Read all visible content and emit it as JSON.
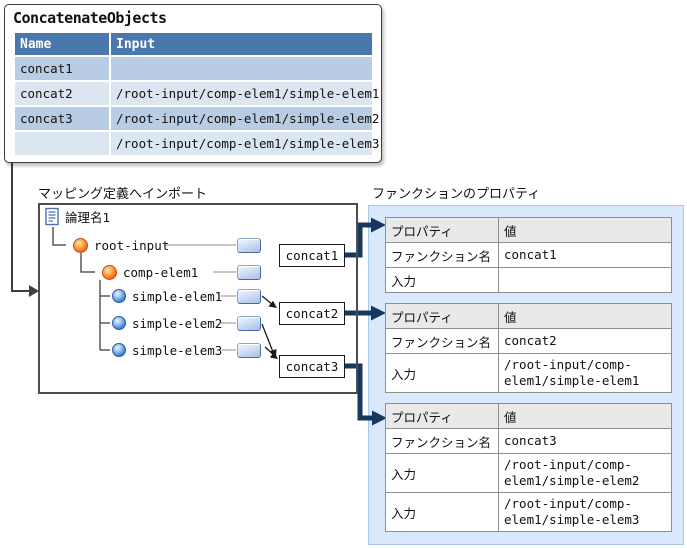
{
  "top_table": {
    "title": "ConcatenateObjects",
    "columns": [
      "Name",
      "Input"
    ],
    "rows": [
      {
        "name": "concat1",
        "input": ""
      },
      {
        "name": "concat2",
        "input": "/root-input/comp-elem1/simple-elem1"
      },
      {
        "name": "concat3",
        "input": "/root-input/comp-elem1/simple-elem2"
      },
      {
        "name": "",
        "input": "/root-input/comp-elem1/simple-elem3"
      }
    ]
  },
  "labels": {
    "mapping_pane": "マッピング定義へインポート",
    "function_properties": "ファンクションのプロパティ"
  },
  "tree": {
    "root": "論理名1",
    "nodes": {
      "root_input": "root-input",
      "comp_elem1": "comp-elem1",
      "simple_elem1": "simple-elem1",
      "simple_elem2": "simple-elem2",
      "simple_elem3": "simple-elem3"
    }
  },
  "functions": {
    "concat1": "concat1",
    "concat2": "concat2",
    "concat3": "concat3"
  },
  "property_tables": [
    {
      "headers": [
        "プロパティ",
        "値"
      ],
      "rows": [
        {
          "label": "ファンクション名",
          "value": "concat1"
        },
        {
          "label": "入力",
          "value": ""
        }
      ]
    },
    {
      "headers": [
        "プロパティ",
        "値"
      ],
      "rows": [
        {
          "label": "ファンクション名",
          "value": "concat2"
        },
        {
          "label": "入力",
          "value": "/root-input/comp-\nelem1/simple-elem1"
        }
      ]
    },
    {
      "headers": [
        "プロパティ",
        "値"
      ],
      "rows": [
        {
          "label": "ファンクション名",
          "value": "concat3"
        },
        {
          "label": "入力",
          "value": "/root-input/comp-\nelem1/simple-elem2"
        },
        {
          "label": "入力",
          "value": "/root-input/comp-\nelem1/simple-elem3"
        }
      ]
    }
  ],
  "colors": {
    "table_header_bg": "#4a78ad",
    "row_tint_dark": "#b8cce4",
    "row_tint_light": "#dce6f1",
    "arrow_navy": "#17375e",
    "panel_bg": "#d9e9fb",
    "panel_border": "#a6c8ea",
    "prop_header_bg": "#e9e9e9"
  }
}
